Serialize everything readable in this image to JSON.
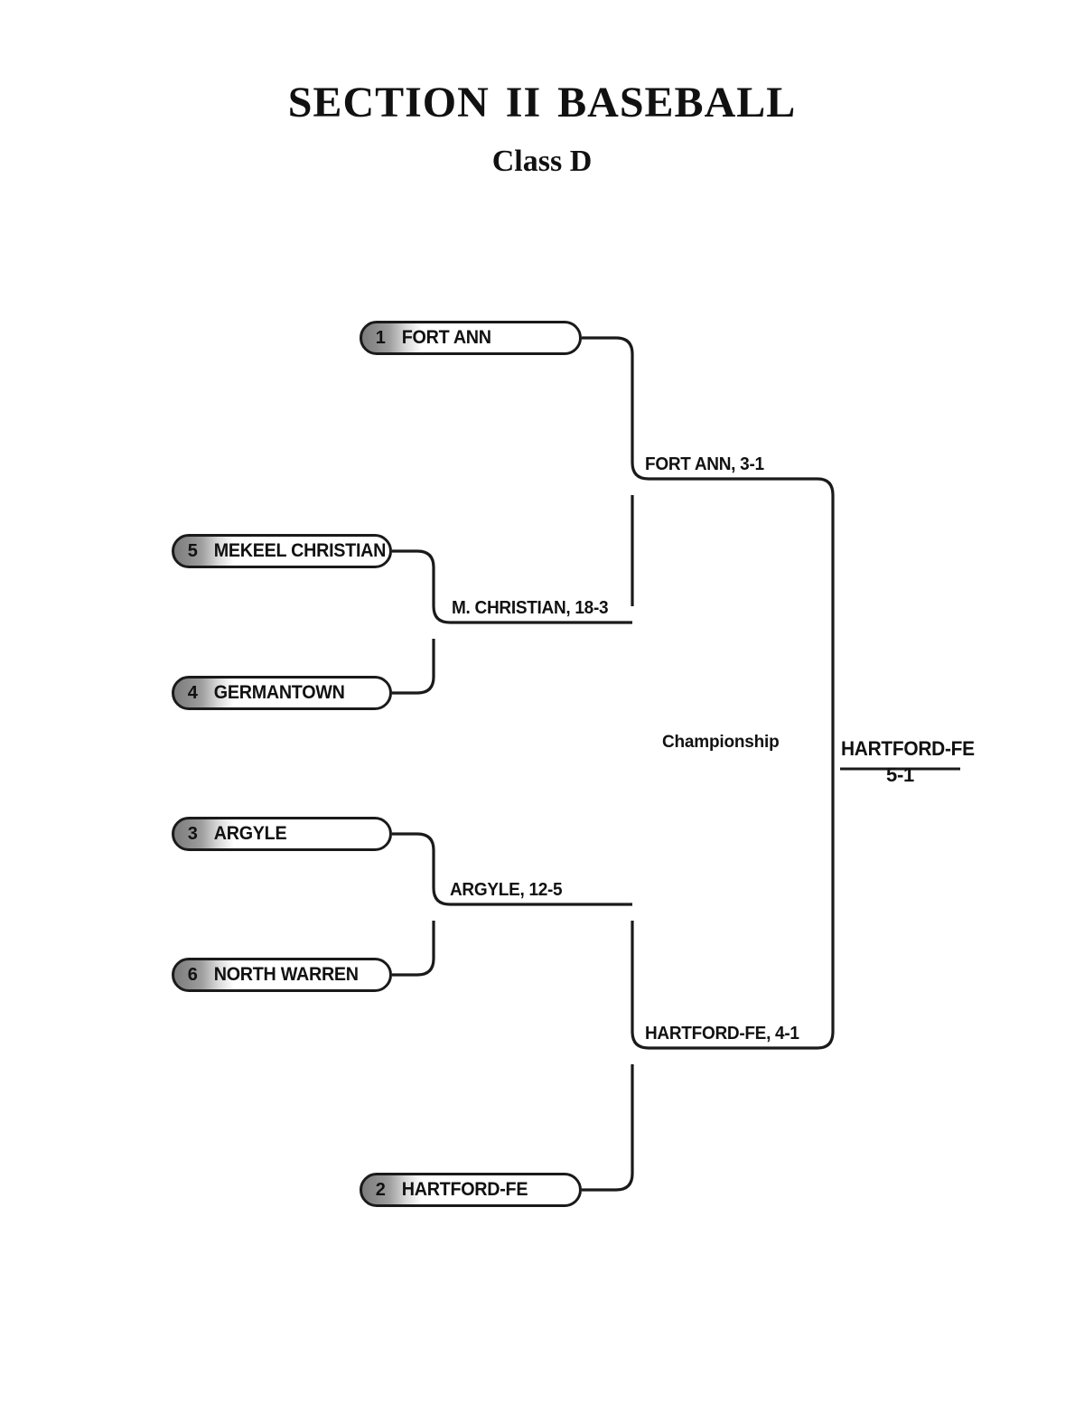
{
  "header": {
    "title": "Section II Baseball",
    "subtitle": "Class D"
  },
  "bracket": {
    "round_labels": {
      "championship": "Championship"
    },
    "teams": [
      {
        "seed": "1",
        "name": "FORT ANN"
      },
      {
        "seed": "5",
        "name": "MEKEEL CHRISTIAN"
      },
      {
        "seed": "4",
        "name": "GERMANTOWN"
      },
      {
        "seed": "3",
        "name": "ARGYLE"
      },
      {
        "seed": "6",
        "name": "NORTH WARREN"
      },
      {
        "seed": "2",
        "name": "HARTFORD-FE"
      }
    ],
    "results": {
      "semifinal_top": "FORT ANN, 3-1",
      "quarterfinal_top": "M. CHRISTIAN, 18-3",
      "quarterfinal_bottom": "ARGYLE, 12-5",
      "semifinal_bottom": "HARTFORD-FE, 4-1"
    },
    "champion": {
      "name": "HARTFORD-FE",
      "score": "5-1"
    }
  }
}
